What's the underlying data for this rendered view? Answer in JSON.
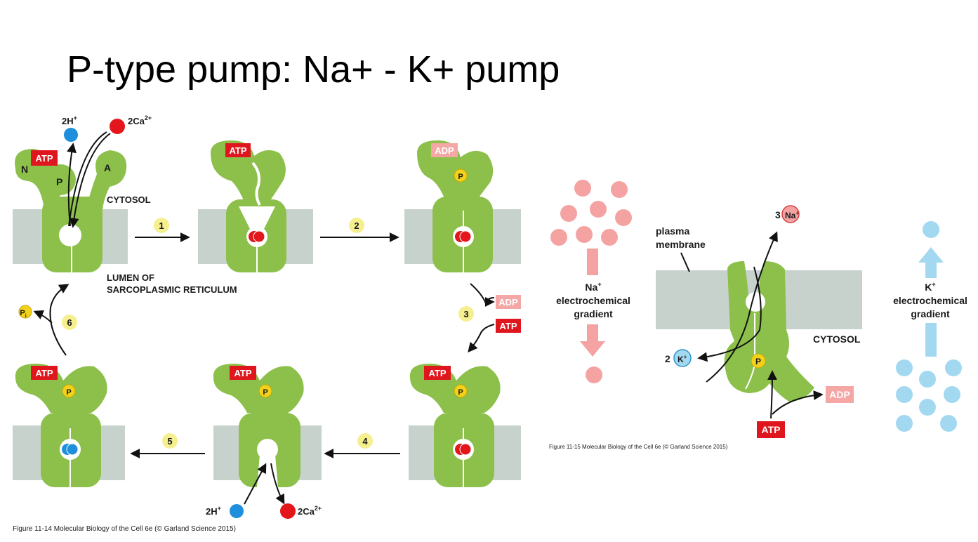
{
  "title": "P-type pump: Na+ - K+ pump",
  "colors": {
    "protein": "#8cc04b",
    "membrane": "#c8d2cc",
    "atp_box": "#e0161e",
    "adp_box": "#f4a7a5",
    "phosphate": "#f2d21a",
    "h_ion": "#1e8fdc",
    "ca_ion": "#e2161b",
    "na_ion": "#f4a3a2",
    "k_ion": "#a3d8f1",
    "step_badge": "#f5ef8f"
  },
  "ca_pump": {
    "labels": {
      "h_ion": "2H",
      "h_charge": "+",
      "ca_ion": "2Ca",
      "ca_charge": "2+",
      "domain_n": "N",
      "domain_p": "P",
      "domain_a": "A",
      "cytosol": "CYTOSOL",
      "lumen_line1": "LUMEN OF",
      "lumen_line2": "SARCOPLASMIC RETICULUM",
      "atp": "ATP",
      "adp": "ADP",
      "phosphate": "P",
      "pi": "P",
      "pi_sub": "i"
    },
    "steps": [
      "1",
      "2",
      "3",
      "4",
      "5",
      "6"
    ],
    "caption": "Figure 11-14  Molecular Biology of the Cell 6e (© Garland Science 2015)"
  },
  "na_k_pump": {
    "plasma_membrane_line1": "plasma",
    "plasma_membrane_line2": "membrane",
    "na_gradient_ion": "Na",
    "na_gradient_charge": "+",
    "na_gradient_line2": "electrochemical",
    "na_gradient_line3": "gradient",
    "k_gradient_ion": "K",
    "k_gradient_charge": "+",
    "k_gradient_line2": "electrochemical",
    "k_gradient_line3": "gradient",
    "na_count": "3",
    "na_ion": "Na",
    "na_charge": "+",
    "k_count": "2",
    "k_ion": "K",
    "k_charge": "+",
    "cytosol": "CYTOSOL",
    "phosphate": "P",
    "adp": "ADP",
    "atp": "ATP",
    "caption": "Figure 11-15  Molecular Biology of the Cell 6e (© Garland Science 2015)"
  }
}
